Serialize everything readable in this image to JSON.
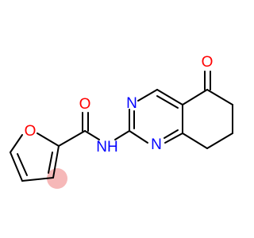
{
  "molecule": {
    "atoms": [
      {
        "id": "O_furan",
        "symbol": "O",
        "color": "#ff0000"
      },
      {
        "id": "O_amide",
        "symbol": "O",
        "color": "#ff0000"
      },
      {
        "id": "N_amide",
        "symbol": "NH",
        "color": "#0000ff"
      },
      {
        "id": "N3",
        "symbol": "N",
        "color": "#0000ff"
      },
      {
        "id": "N1",
        "symbol": "N",
        "color": "#0000ff"
      },
      {
        "id": "O_keto",
        "symbol": "O",
        "color": "#ff0000"
      }
    ],
    "colors": {
      "bond": "#000000",
      "oxygen": "#ff0000",
      "nitrogen": "#0000ff",
      "highlight": "#f4a6a6"
    }
  }
}
